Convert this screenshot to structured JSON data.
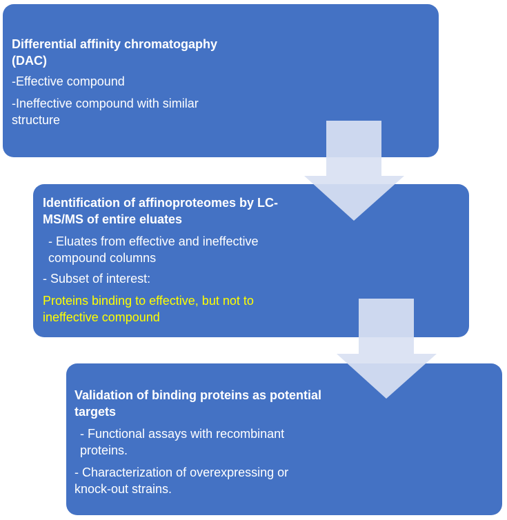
{
  "steps": [
    {
      "title": "Differential affinity chromatogaphy (DAC)",
      "lines": [
        "-Effective  compound",
        "-Ineffective  compound with similar structure"
      ]
    },
    {
      "title": "Identification of affinoproteomes by LC-MS/MS of entire eluates",
      "lines": [
        "- Eluates from effective  and ineffective compound columns",
        "- Subset of interest:"
      ],
      "highlight": "Proteins binding to effective,  but not to ineffective compound"
    },
    {
      "title": "Validation of binding proteins as potential targets",
      "lines": [
        "- Functional assays with recombinant proteins.",
        "- Characterization of overexpressing  or knock-out strains."
      ]
    }
  ],
  "colors": {
    "box_fill": "#4472c4",
    "text": "#ffffff",
    "highlight_text": "#ffff00",
    "arrow_fill": "#d9e1f2"
  }
}
